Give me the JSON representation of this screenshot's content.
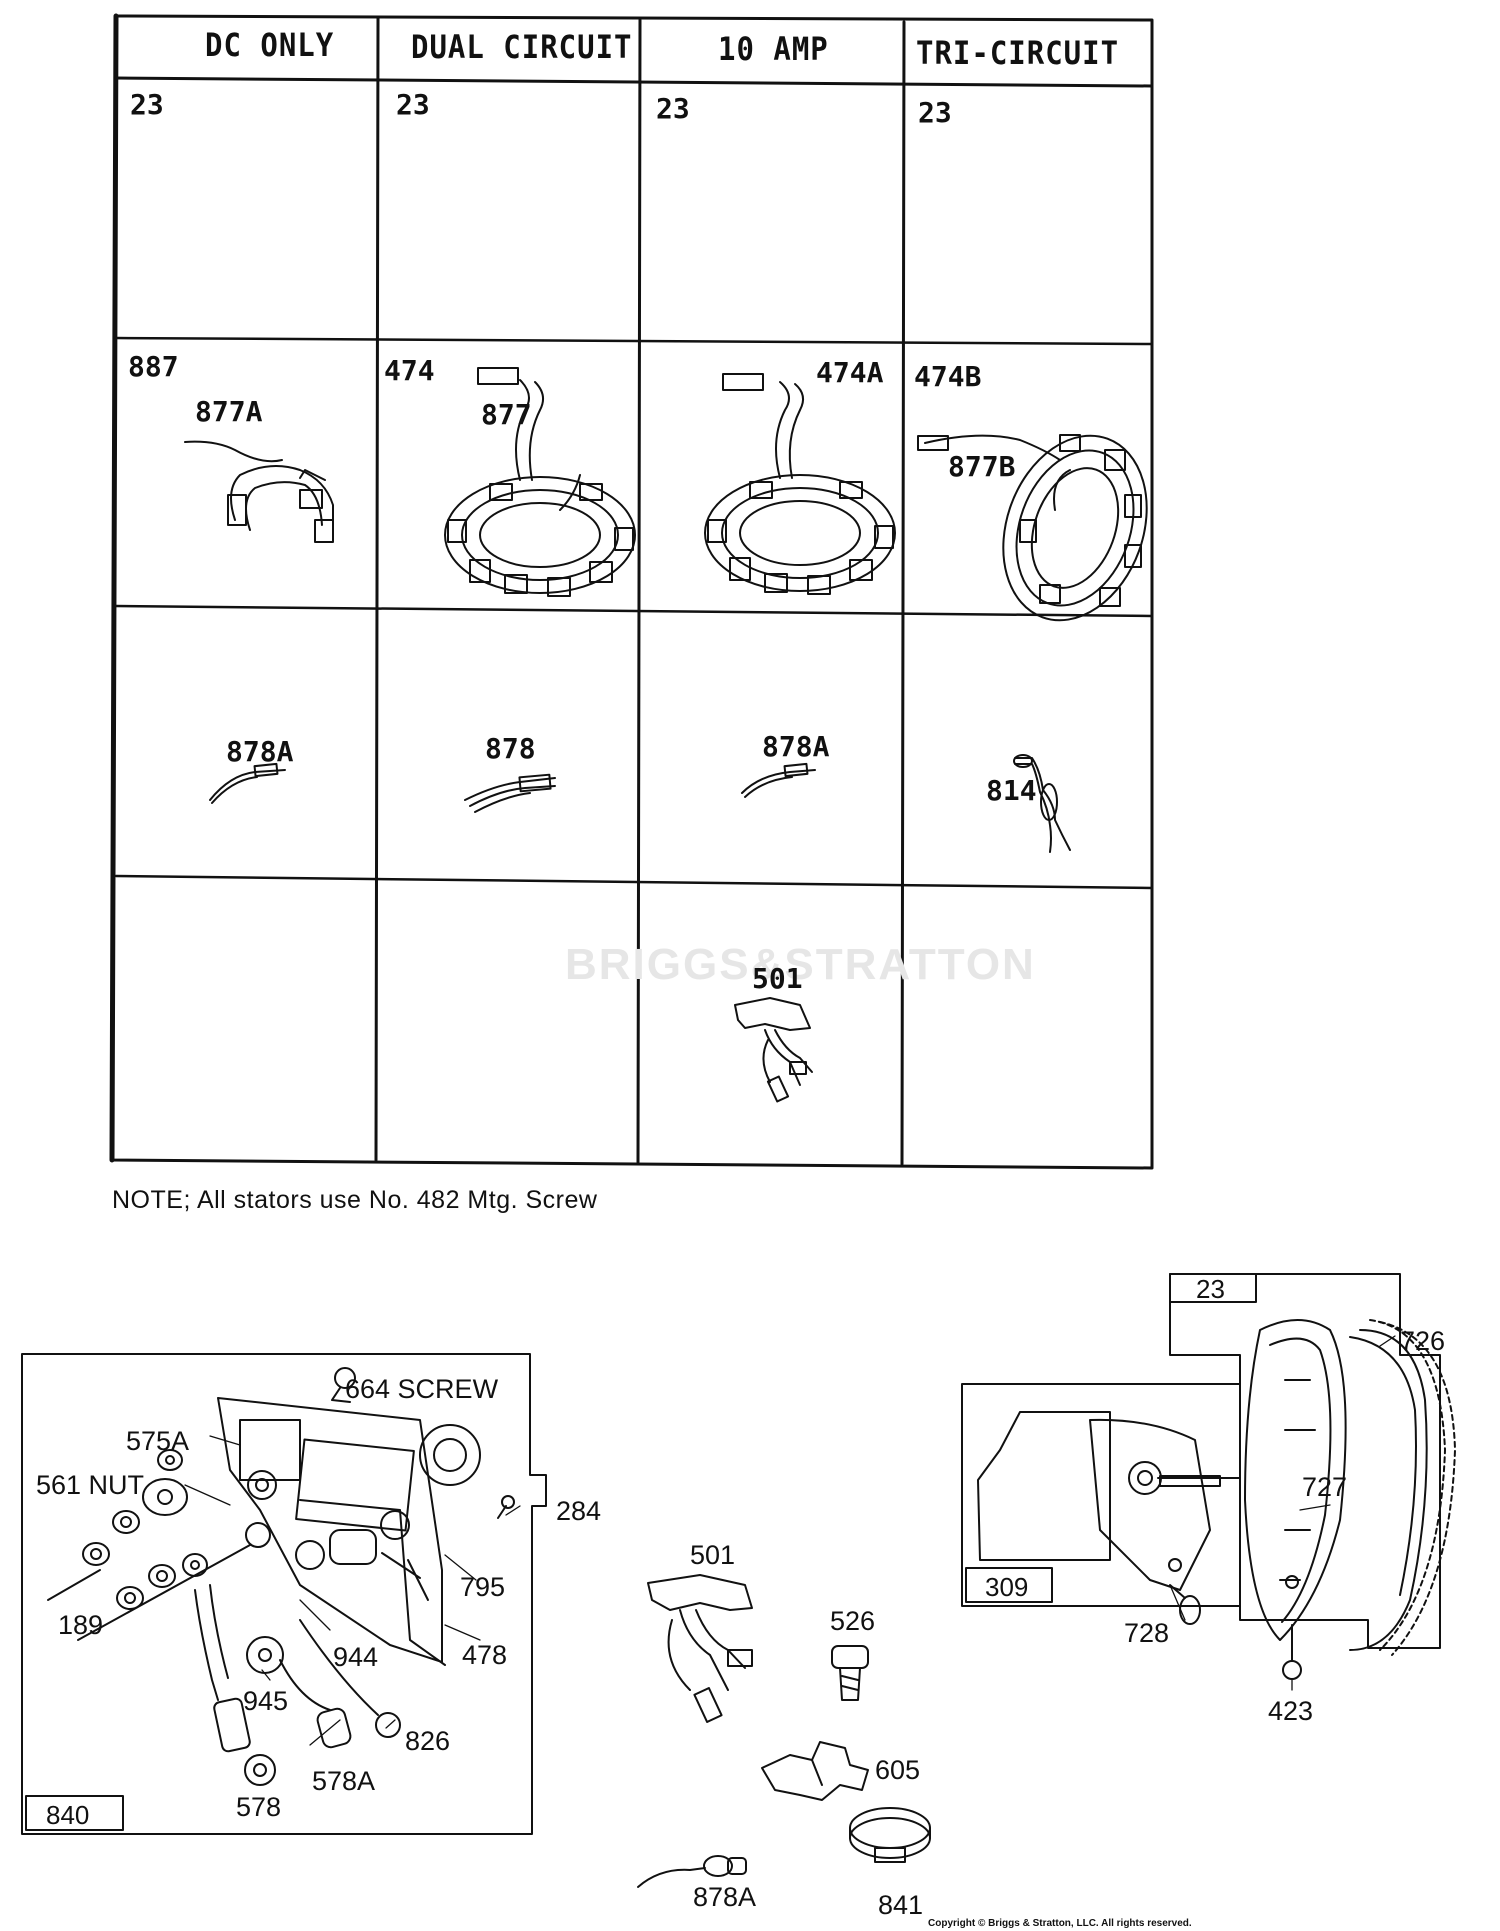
{
  "table": {
    "headers": [
      "DC ONLY",
      "DUAL CIRCUIT",
      "10 AMP",
      "TRI-CIRCUIT"
    ],
    "row1": [
      "23",
      "23",
      "23",
      "23"
    ],
    "row2": {
      "dc_only": [
        "887",
        "877A"
      ],
      "dual_circuit": [
        "474",
        "877"
      ],
      "ten_amp": [
        "474A"
      ],
      "tri_circuit": [
        "474B",
        "877B"
      ]
    },
    "row3": [
      "878A",
      "878",
      "878A",
      "814"
    ],
    "row4": {
      "ten_amp": "501"
    }
  },
  "note": "NOTE; All stators use No. 482 Mtg. Screw",
  "watermark": "BRIGGS&STRATTON",
  "left_assembly": {
    "box_label": "840",
    "callouts": {
      "screw": "664 SCREW",
      "a575": "575A",
      "nut": "561 NUT",
      "p284": "284",
      "p189": "189",
      "p795": "795",
      "p944": "944",
      "p478": "478",
      "p945": "945",
      "p826": "826",
      "p578": "578",
      "p578a": "578A"
    }
  },
  "middle_parts": {
    "p501": "501",
    "p526": "526",
    "p605": "605",
    "p878a": "878A",
    "p841": "841"
  },
  "right_assembly": {
    "box_23": "23",
    "box_309": "309",
    "p726": "726",
    "p727": "727",
    "p728": "728",
    "p423": "423"
  },
  "copyright": "Copyright © Briggs & Stratton, LLC. All rights reserved."
}
